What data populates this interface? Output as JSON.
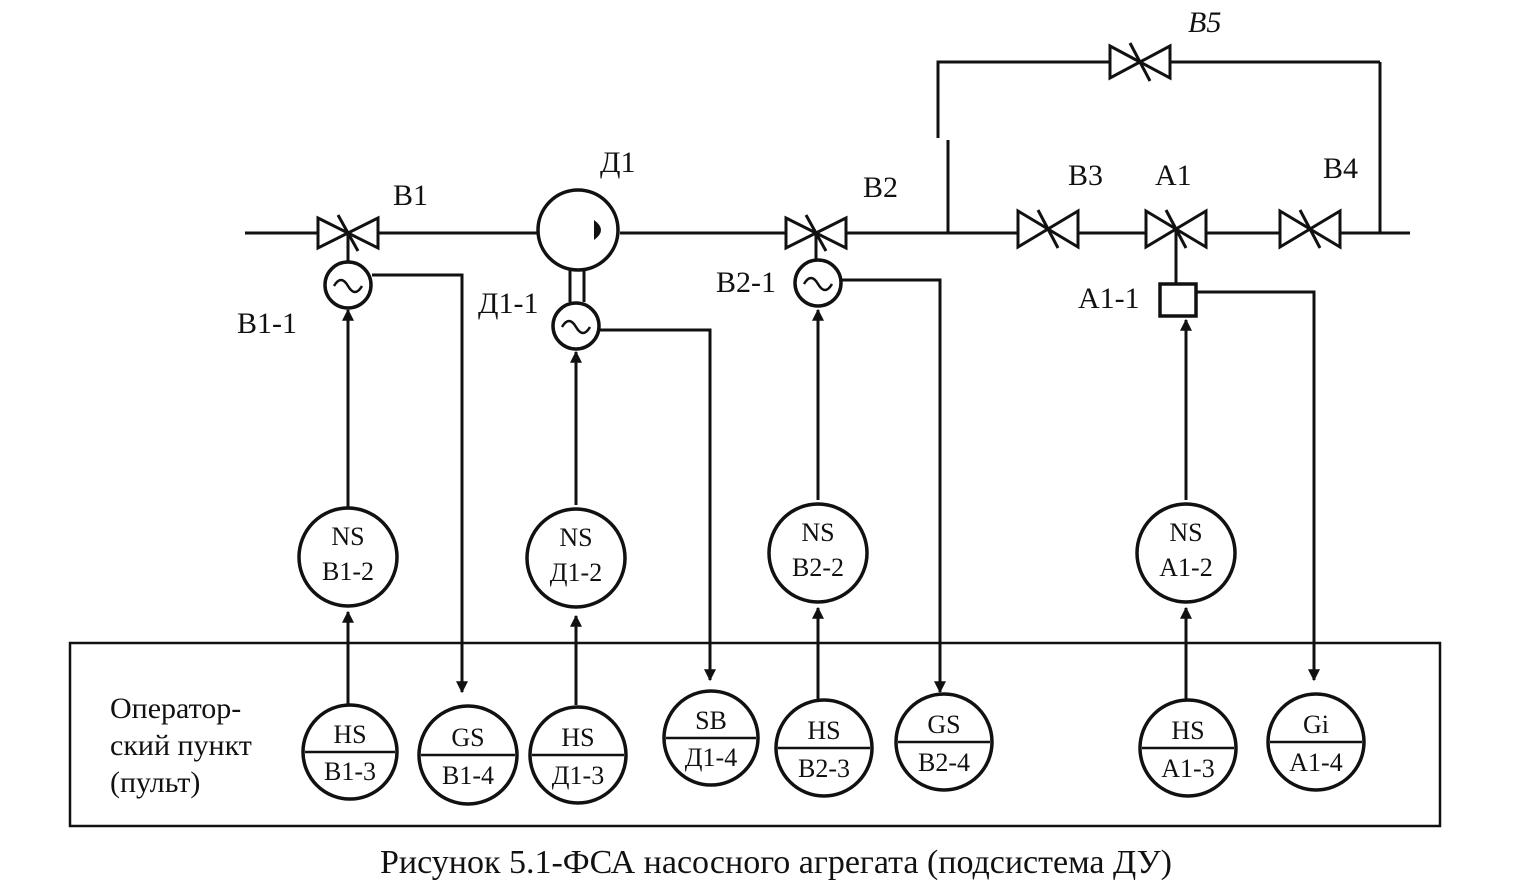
{
  "labels": {
    "v1": "B1",
    "d1": "Д1",
    "v2": "B2",
    "v3": "B3",
    "a1": "A1",
    "v4": "B4",
    "v5": "B5",
    "v1_1": "B1-1",
    "d1_1": "Д1-1",
    "v2_1": "B2-1",
    "a1_1": "A1-1"
  },
  "instruments": {
    "ns_b1": {
      "top": "NS",
      "bottom": "B1-2"
    },
    "ns_d1": {
      "top": "NS",
      "bottom": "Д1-2"
    },
    "ns_b2": {
      "top": "NS",
      "bottom": "B2-2"
    },
    "ns_a1": {
      "top": "NS",
      "bottom": "A1-2"
    },
    "hs_b1": {
      "top": "HS",
      "bottom": "B1-3"
    },
    "gs_b1": {
      "top": "GS",
      "bottom": "B1-4"
    },
    "hs_d1": {
      "top": "HS",
      "bottom": "Д1-3"
    },
    "sb_d1": {
      "top": "SB",
      "bottom": "Д1-4"
    },
    "hs_b2": {
      "top": "HS",
      "bottom": "B2-3"
    },
    "gs_b2": {
      "top": "GS",
      "bottom": "B2-4"
    },
    "hs_a1": {
      "top": "HS",
      "bottom": "A1-3"
    },
    "gi_a1": {
      "top": "Gi",
      "bottom": "A1-4"
    }
  },
  "panel": {
    "line1": "Оператор-",
    "line2": "ский пункт",
    "line3": "(пульт)"
  },
  "caption": "Рисунок 5.1-ФСА насосного агрегата (подсистема ДУ)"
}
